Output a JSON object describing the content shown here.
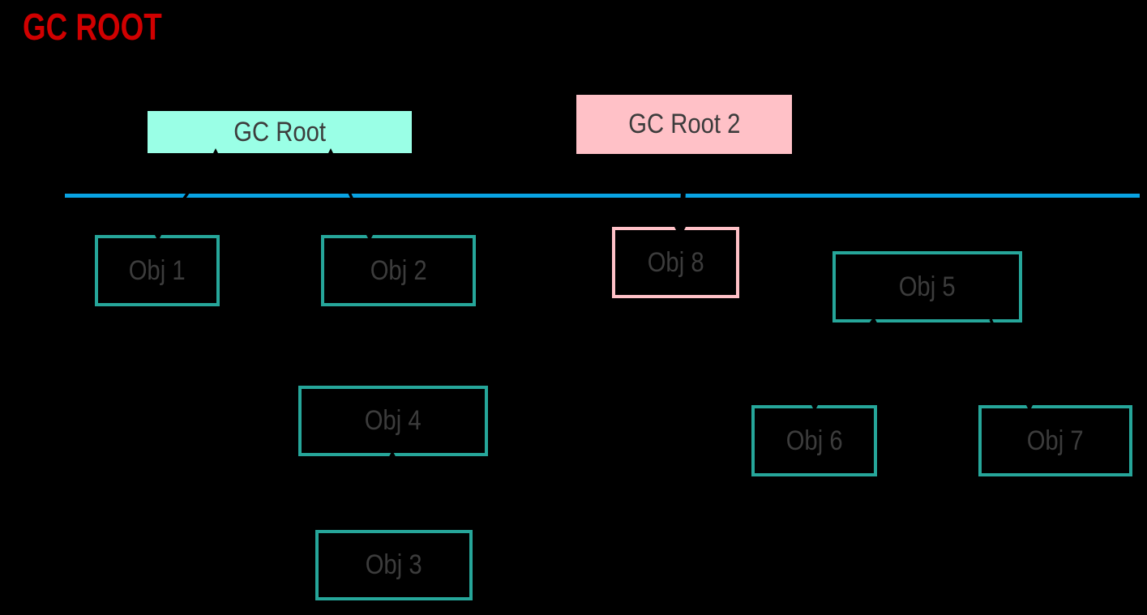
{
  "title": {
    "text": "GC ROOT"
  },
  "colors": {
    "background": "#000000",
    "title_red": "#D00000",
    "gc_root_fill": "#9AFFE6",
    "gc_root_2_fill": "#FFC1C7",
    "object_border_teal": "#26A69A",
    "object_8_border_pink": "#FFC1C7",
    "separator_blue": "#09A3E3",
    "label_text": "#3C3C3C",
    "connector_black": "#000000"
  },
  "nodes": {
    "gc_root": {
      "label": "GC Root",
      "kind": "root",
      "fill": "#9AFFE6"
    },
    "gc_root_2": {
      "label": "GC Root 2",
      "kind": "root",
      "fill": "#FFC1C7"
    },
    "obj_1": {
      "label": "Obj 1",
      "kind": "object",
      "border": "#26A69A"
    },
    "obj_2": {
      "label": "Obj 2",
      "kind": "object",
      "border": "#26A69A"
    },
    "obj_3": {
      "label": "Obj 3",
      "kind": "object",
      "border": "#26A69A"
    },
    "obj_4": {
      "label": "Obj 4",
      "kind": "object",
      "border": "#26A69A"
    },
    "obj_5": {
      "label": "Obj 5",
      "kind": "object",
      "border": "#26A69A"
    },
    "obj_6": {
      "label": "Obj 6",
      "kind": "object",
      "border": "#26A69A"
    },
    "obj_7": {
      "label": "Obj 7",
      "kind": "object",
      "border": "#26A69A"
    },
    "obj_8": {
      "label": "Obj 8",
      "kind": "object",
      "border": "#FFC1C7"
    }
  },
  "edges": [
    {
      "from": "obj_1",
      "to": "gc_root",
      "arrows": "both"
    },
    {
      "from": "obj_2",
      "to": "gc_root",
      "arrows": "both"
    },
    {
      "from": "gc_root_2",
      "to": "obj_8",
      "arrows": "target"
    },
    {
      "from": "obj_5",
      "to": "obj_6",
      "arrows": "both"
    },
    {
      "from": "obj_5",
      "to": "obj_7",
      "arrows": "target"
    },
    {
      "from": "obj_3",
      "to": "obj_4",
      "arrows": "target"
    }
  ]
}
